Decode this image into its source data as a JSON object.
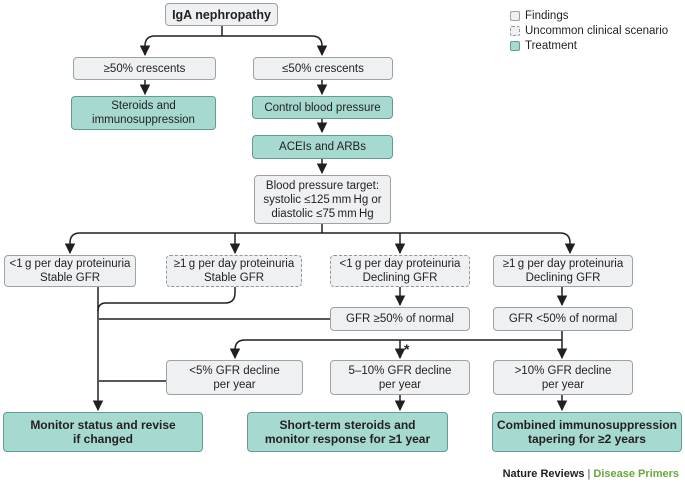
{
  "title": "IgA nephropathy",
  "legend": {
    "findings": "Findings",
    "uncommon": "Uncommon clinical scenario",
    "treatment": "Treatment"
  },
  "nodes": {
    "crescents_high": "≥50% crescents",
    "crescents_low": "≤50% crescents",
    "steroids_immuno": [
      "Steroids and",
      "immunosuppression"
    ],
    "control_bp": "Control blood pressure",
    "acei_arb": "ACEIs and ARBs",
    "bp_target": [
      "Blood pressure target:",
      "systolic ≤125 mm Hg or",
      "diastolic ≤75 mm Hg"
    ],
    "lt1g_stable": [
      "<1 g per day proteinuria",
      "Stable GFR"
    ],
    "ge1g_stable": [
      "≥1 g per day proteinuria",
      "Stable GFR"
    ],
    "lt1g_declining": [
      "<1 g per day proteinuria",
      "Declining GFR"
    ],
    "ge1g_declining": [
      "≥1 g per day proteinuria",
      "Declining GFR"
    ],
    "gfr_ge50": "GFR ≥50% of normal",
    "gfr_lt50": "GFR <50% of normal",
    "decline_lt5": [
      "<5% GFR decline",
      "per year"
    ],
    "decline_5_10": [
      "5–10% GFR decline",
      "per year"
    ],
    "decline_gt10": [
      ">10% GFR decline",
      "per year"
    ],
    "monitor": [
      "Monitor status and revise",
      "if changed"
    ],
    "short_term": [
      "Short-term steroids and",
      "monitor response for ≥1 year"
    ],
    "combined": [
      "Combined immunosuppression",
      "tapering for ≥2 years"
    ]
  },
  "asterisk": "*",
  "footer": {
    "brand": "Nature Reviews",
    "sep": "|",
    "series": "Disease Primers"
  },
  "colors": {
    "finding": "#eef0f1",
    "treatment": "#a6d9cf",
    "line": "#231f20"
  }
}
